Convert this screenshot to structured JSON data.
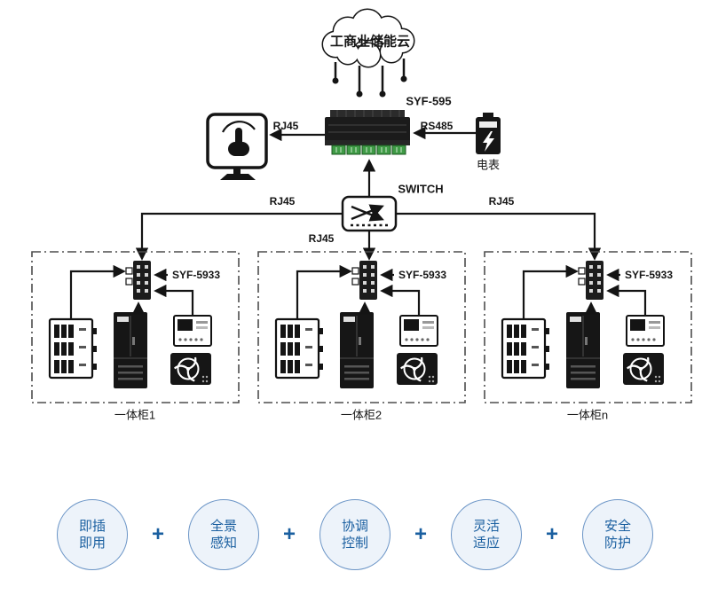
{
  "cloud": {
    "label": "工商业储能云"
  },
  "gateway": {
    "label": "SYF-595"
  },
  "meter": {
    "label": "电表"
  },
  "switch": {
    "label": "SWITCH"
  },
  "connections": {
    "gateway_monitor": "RJ45",
    "gateway_meter": "RS485",
    "switch_cabinet_left": "RJ45",
    "switch_cabinet_middle": "RJ45",
    "switch_cabinet_right": "RJ45"
  },
  "cabinets": [
    {
      "device_label": "SYF-5933",
      "name": "一体柜1"
    },
    {
      "device_label": "SYF-5933",
      "name": "一体柜2"
    },
    {
      "device_label": "SYF-5933",
      "name": "一体柜n"
    }
  ],
  "features": {
    "separator": "+",
    "items": [
      {
        "line1": "即插",
        "line2": "即用"
      },
      {
        "line1": "全景",
        "line2": "感知"
      },
      {
        "line1": "协调",
        "line2": "控制"
      },
      {
        "line1": "灵活",
        "line2": "适应"
      },
      {
        "line1": "安全",
        "line2": "防护"
      }
    ]
  },
  "colors": {
    "accent_blue": "#1a5fa0",
    "circle_fill": "#edf3fa",
    "circle_border": "#6a94c6",
    "line_black": "#141414",
    "terminal_green": "#3f9b46"
  }
}
